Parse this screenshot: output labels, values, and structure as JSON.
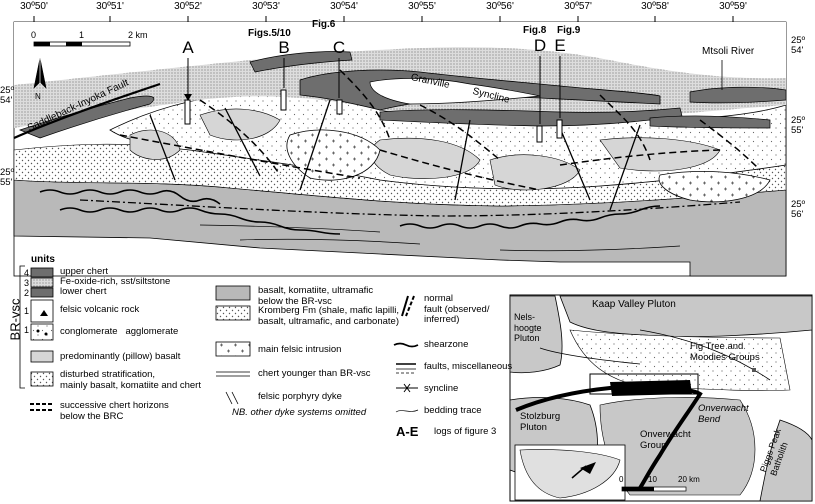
{
  "longitudes": [
    "30º50'",
    "30º51'",
    "30º52'",
    "30º53'",
    "30º54'",
    "30º55'",
    "30º56'",
    "30º57'",
    "30º58'",
    "30º59'"
  ],
  "latitudes_left": [
    "25º\n54'",
    "25º\n55'"
  ],
  "latitudes_right": [
    "25º\n54'",
    "25º\n55'",
    "25º\n56'"
  ],
  "scale": {
    "start": "0",
    "mid": "1",
    "end": "2 km"
  },
  "north": "N",
  "section_letters": [
    "A",
    "B",
    "C",
    "D",
    "E"
  ],
  "figure_refs": {
    "b": "Figs.5/10",
    "c": "Fig.6",
    "d": "Fig.8",
    "e": "Fig.9"
  },
  "map_labels": {
    "saddleback": "Saddleback-Inyoka Fault",
    "granville": "Granville",
    "syncline": "Syncline",
    "mtsoli": "Mtsoli River"
  },
  "legend": {
    "units_title": "units",
    "brvsc": "BR-vsc",
    "numbers": [
      "4",
      "3",
      "2",
      "1",
      "1"
    ],
    "left_items": [
      "upper chert",
      "Fe-oxide-rich, sst/siltstone",
      "lower chert",
      "felsic volcanic rock",
      "conglomerate   agglomerate",
      "predominantly (pillow) basalt",
      "disturbed stratification,\nmainly basalt, komatiite and chert",
      "successive chert horizons\nbelow the BRC"
    ],
    "mid_items": [
      "basalt, komatiite, ultramafic\nbelow the BR-vsc",
      "Kromberg Fm (shale, mafic lapilli,\nbasalt, ultramafic, and carbonate)",
      "main felsic intrusion",
      "chert younger than BR-vsc",
      "felsic porphyry dyke"
    ],
    "note": "NB. other dyke systems omitted",
    "right_items": [
      "normal\nfault (observed/\ninferred)",
      "shearzone",
      "faults, miscellaneous",
      "syncline",
      "bedding trace"
    ],
    "logs_key": "A-E",
    "logs_text": "logs of figure 3"
  },
  "inset": {
    "kaap": "Kaap Valley Pluton",
    "nels": "Nels-\nhoogte\nPluton",
    "fig_tree": "Fig Tree and\nMoodies Groups",
    "stolzburg": "Stolzburg\nPluton",
    "onverwacht_bend": "Onverwacht\nBend",
    "onverwacht_group": "Onverwacht\nGroup",
    "piggs": "Piggs Peak\nBatholith",
    "scale": {
      "start": "0",
      "mid": "10",
      "end": "20 km"
    }
  },
  "colors": {
    "dark_grey": "#6e6e6e",
    "light_grey": "#c8c8c8",
    "map_grey": "#b9b9b9",
    "stipple": "#555555"
  }
}
